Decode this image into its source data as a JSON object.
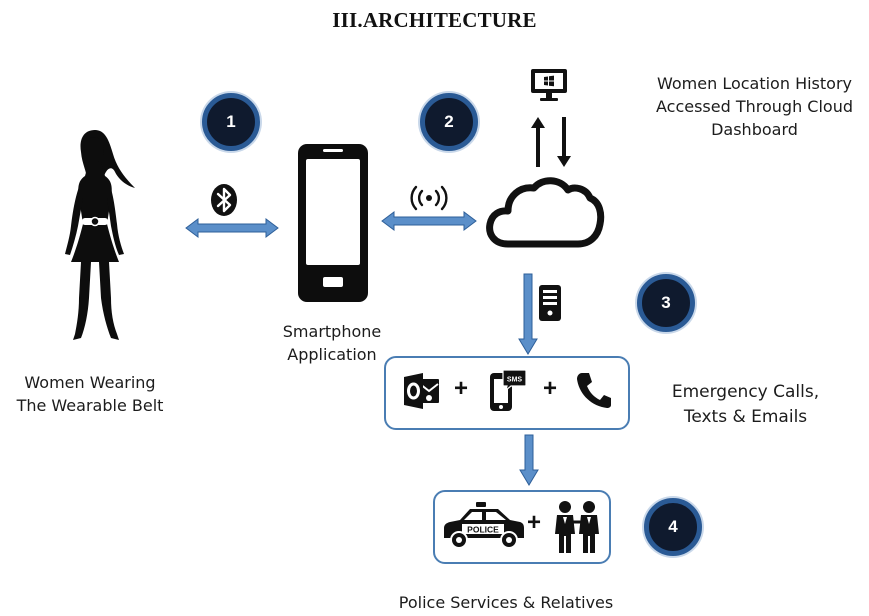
{
  "title": "III.ARCHITECTURE",
  "badges": {
    "one": "1",
    "two": "2",
    "three": "3",
    "four": "4"
  },
  "captions": {
    "woman_line1": "Women Wearing",
    "woman_line2": "The Wearable Belt",
    "phone_line1": "Smartphone",
    "phone_line2": "Application",
    "cloud_line1": "Women Location History",
    "cloud_line2": "Accessed  Through Cloud",
    "cloud_line3": "Dashboard",
    "emergency_line1": "Emergency Calls,",
    "emergency_line2": "Texts & Emails",
    "police_line": "Police Services & Relatives"
  },
  "icon_labels": {
    "sms": "SMS",
    "police": "POLICE"
  },
  "operators": {
    "plus": "+"
  },
  "colors": {
    "arrow": "#5b8fc9",
    "badge_fill": "#0f1a2e",
    "badge_ring": "#2a5a95",
    "box_border": "#4a7db3",
    "icon": "#111111"
  },
  "icons": [
    "woman-silhouette-icon",
    "bluetooth-icon",
    "smartphone-icon",
    "wireless-signal-icon",
    "cloud-icon",
    "desktop-monitor-icon",
    "upload-arrow-icon",
    "download-arrow-icon",
    "server-icon",
    "outlook-email-icon",
    "sms-phone-icon",
    "phone-call-icon",
    "police-car-icon",
    "people-icon"
  ]
}
